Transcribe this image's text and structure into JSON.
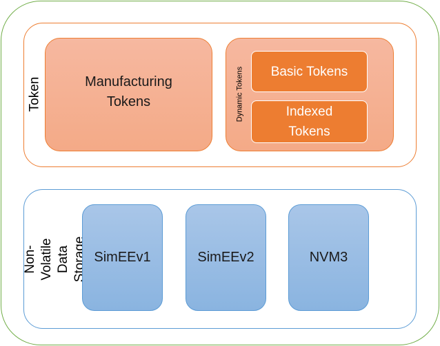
{
  "token": {
    "label": "Token",
    "manufacturing": "Manufacturing Tokens",
    "dynamic_label": "Dynamic Tokens",
    "basic": "Basic Tokens",
    "indexed": "Indexed Tokens"
  },
  "storage": {
    "label": "Non-Volatile Data Storage",
    "items": [
      "SimEEv1",
      "SimEEv2",
      "NVM3"
    ]
  },
  "colors": {
    "outer_border": "#70ad47",
    "token_border": "#ed7d31",
    "token_fill_light": "#f4b183",
    "token_fill_dark": "#ed7d31",
    "storage_border": "#5b9bd5",
    "storage_fill": "#9dc3e6"
  }
}
